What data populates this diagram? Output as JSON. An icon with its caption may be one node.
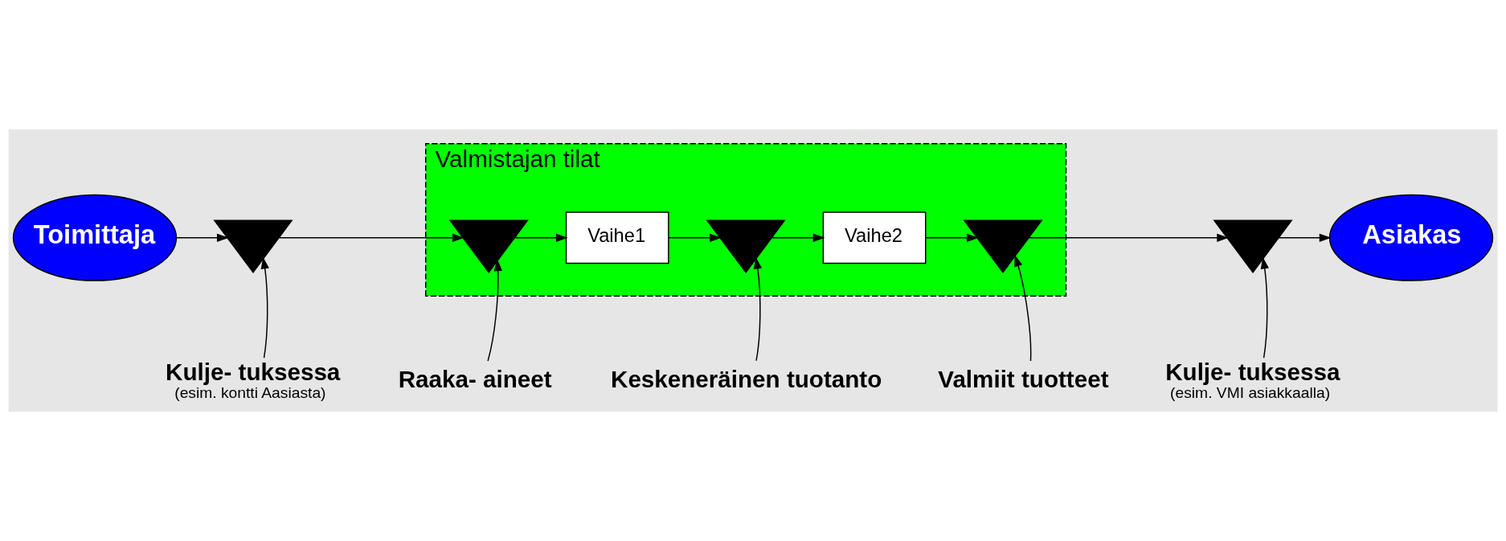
{
  "diagram": {
    "nodes": [
      {
        "text": [
          "Toimittaja"
        ]
      },
      {
        "text": [],
        "shape": "triangle"
      },
      {
        "text": [
          "Valmistajan tilat"
        ]
      },
      {
        "text": [],
        "shape": "triangle",
        "in": 2
      },
      {
        "text": [
          "Vaihe1"
        ],
        "in": 2
      },
      {
        "text": [],
        "shape": "triangle",
        "in": 2
      },
      {
        "text": [
          "Vaihe2"
        ],
        "in": 2
      },
      {
        "text": [],
        "shape": "triangle",
        "in": 2
      },
      {
        "text": [],
        "shape": "triangle"
      },
      {
        "text": [
          "Asiakas"
        ]
      },
      {
        "text": [
          "Kulje- tuksessa",
          "(esim. kontti Aasiasta)"
        ]
      },
      {
        "text": [
          "Raaka- aineet"
        ]
      },
      {
        "text": [
          "Keskeneräinen tuotanto"
        ]
      },
      {
        "text": [
          "Valmiit tuotteet"
        ]
      },
      {
        "text": [
          "Kulje- tuksessa",
          "(esim. VMI asiakkaalla)"
        ]
      }
    ],
    "edges": [
      {
        "from": 0,
        "to": 1,
        "arrow": "to"
      },
      {
        "from": 1,
        "to": 3,
        "arrow": "to"
      },
      {
        "from": 3,
        "to": 4,
        "arrow": "to"
      },
      {
        "from": 4,
        "to": 5,
        "arrow": "to"
      },
      {
        "from": 5,
        "to": 6,
        "arrow": "to"
      },
      {
        "from": 6,
        "to": 7,
        "arrow": "to"
      },
      {
        "from": 7,
        "to": 8,
        "arrow": "to"
      },
      {
        "from": 8,
        "to": 9,
        "arrow": "to"
      },
      {
        "from": 10,
        "to": 1,
        "arrow": "to"
      },
      {
        "from": 11,
        "to": 3,
        "arrow": "to"
      },
      {
        "from": 12,
        "to": 5,
        "arrow": "to"
      },
      {
        "from": 13,
        "to": 7,
        "arrow": "to"
      },
      {
        "from": 14,
        "to": 8,
        "arrow": "to"
      }
    ]
  }
}
